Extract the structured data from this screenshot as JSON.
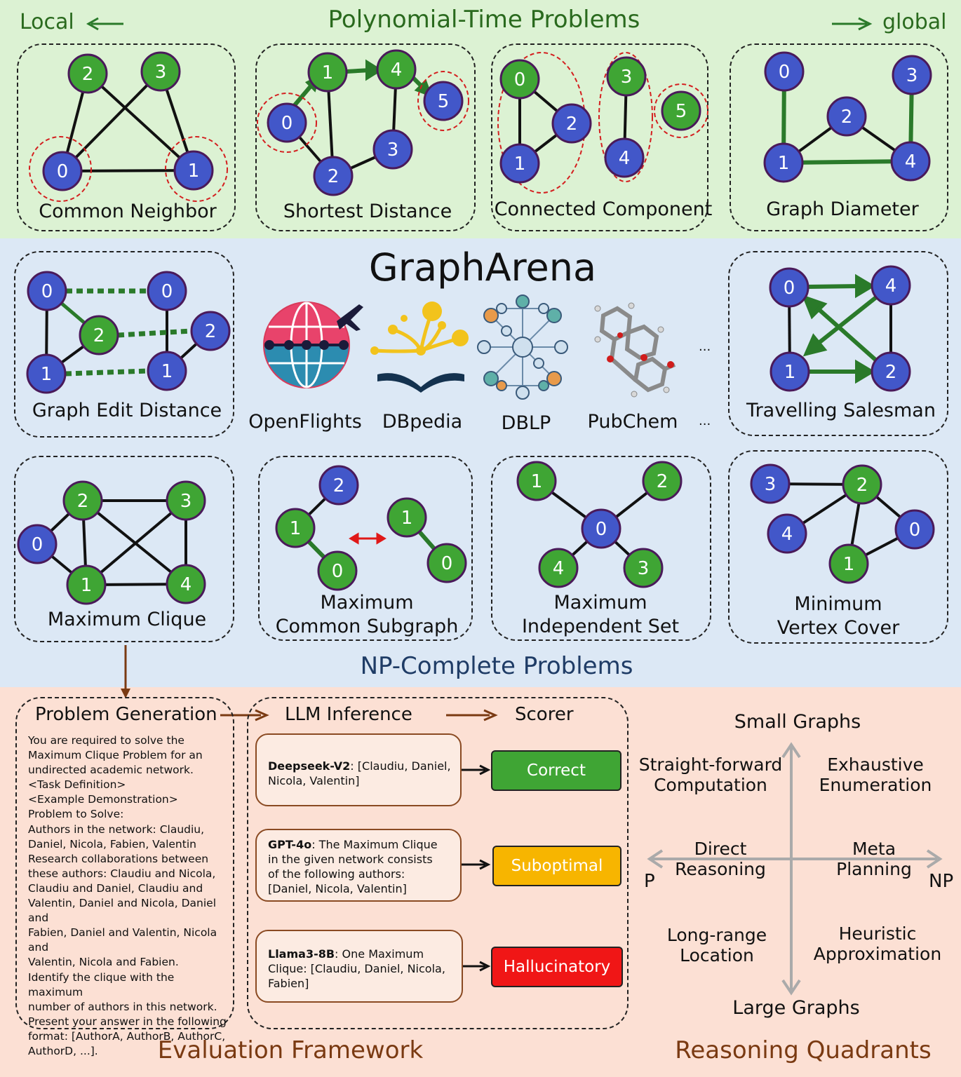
{
  "poly": {
    "title": "Polynomial-Time Problems",
    "local_label": "Local",
    "global_label": "global",
    "tasks": [
      "Common Neighbor",
      "Shortest Distance",
      "Connected Component",
      "Graph Diameter"
    ]
  },
  "np": {
    "title": "GraphArena",
    "footer": "NP-Complete Problems",
    "sources": [
      "OpenFlights",
      "DBpedia",
      "DBLP",
      "PubChem"
    ],
    "ellipsis": "...",
    "tasks_top": [
      "Graph Edit Distance",
      "Travelling Salesman"
    ],
    "tasks_bottom": [
      {
        "line1": "Maximum Clique",
        "line2": ""
      },
      {
        "line1": "Maximum",
        "line2": "Common Subgraph"
      },
      {
        "line1": "Maximum",
        "line2": "Independent Set"
      },
      {
        "line1": "Minimum",
        "line2": "Vertex Cover"
      }
    ]
  },
  "eval": {
    "footer": "Evaluation Framework",
    "problem_generation": "Problem Generation",
    "llm_inference": "LLM Inference",
    "scorer": "Scorer",
    "prompt_lines": [
      "You are required to solve the",
      "Maximum Clique Problem for an",
      "undirected academic network.",
      "<Task Definition>",
      "<Example Demonstration>",
      "Problem to Solve:",
      "Authors in the network: Claudiu,",
      "Daniel, Nicola, Fabien, Valentin",
      "Research collaborations between",
      "these authors: Claudiu and Nicola,",
      "Claudiu and Daniel, Claudiu and",
      "Valentin, Daniel and Nicola, Daniel and",
      "Fabien, Daniel and Valentin, Nicola and",
      "Valentin, Nicola and Fabien.",
      "Identify the clique with the maximum",
      "number of authors in this network.",
      "Present your answer in the following",
      "format: [AuthorA, AuthorB, AuthorC,",
      "AuthorD, ...]."
    ],
    "responses": [
      {
        "model": "Deepseek-V2",
        "text_lines": [
          ": [Claudiu, Daniel,",
          "Nicola, Valentin]"
        ],
        "verdict": "Correct",
        "color": "#3fa534"
      },
      {
        "model": "GPT-4o",
        "text_lines": [
          ":  The Maximum Clique",
          "in the given network consists",
          "of the following  authors:",
          "[Daniel, Nicola, Valentin]"
        ],
        "verdict": "Suboptimal",
        "color": "#f7b500"
      },
      {
        "model": "Llama3-8B",
        "text_lines": [
          ": One Maximum",
          "Clique: [Claudiu, Daniel, Nicola,",
          "Fabien]"
        ],
        "verdict": "Hallucinatory",
        "color": "#f01616"
      }
    ]
  },
  "quadrants": {
    "footer": "Reasoning Quadrants",
    "top": "Small Graphs",
    "bottom": "Large Graphs",
    "left": "P",
    "right": "NP",
    "top_left": [
      "Straight-forward",
      "Computation"
    ],
    "top_right": [
      "Exhaustive",
      "Enumeration"
    ],
    "mid_left": [
      "Direct",
      "Reasoning"
    ],
    "mid_right": [
      "Meta",
      "Planning"
    ],
    "bottom_left": [
      "Long-range",
      "Location"
    ],
    "bottom_right": [
      "Heuristic",
      "Approximation"
    ]
  },
  "colors": {
    "green_node": "#3fa534",
    "blue_node": "#4257c9",
    "node_border": "#4a1a5a",
    "edge_green": "#2a7a2a",
    "red_ring": "#d42020",
    "brown_text": "#7a3a12",
    "navy_text": "#1f3c66"
  }
}
